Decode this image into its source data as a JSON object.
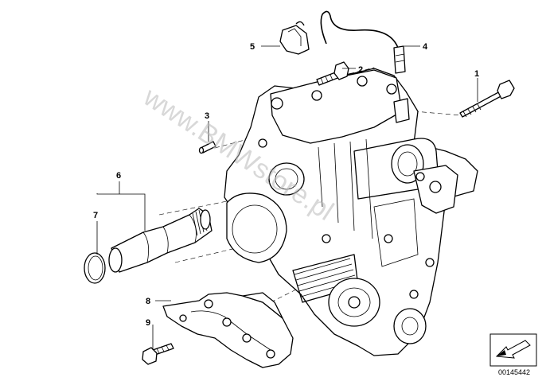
{
  "callouts": [
    {
      "id": "1",
      "text": "1"
    },
    {
      "id": "2",
      "text": "2"
    },
    {
      "id": "3",
      "text": "3"
    },
    {
      "id": "4",
      "text": "4"
    },
    {
      "id": "5",
      "text": "5"
    },
    {
      "id": "6",
      "text": "6"
    },
    {
      "id": "7",
      "text": "7"
    },
    {
      "id": "8",
      "text": "8"
    },
    {
      "id": "9",
      "text": "9"
    }
  ],
  "watermark": "www.BMWstore.pl",
  "reference_number": "00145442",
  "icons": {
    "navigation": "arrow-box-icon"
  }
}
